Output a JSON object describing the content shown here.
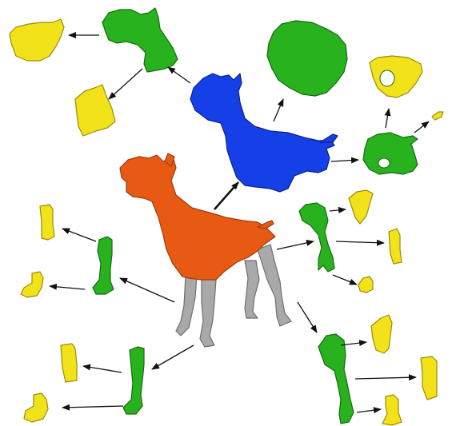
{
  "figure": {
    "colors": {
      "root": "#e85a14",
      "root_edge": "#9a3a0c",
      "rest": "#a9a9a9",
      "rest_edge": "#6e6e6e",
      "level1": "#1540e8",
      "level1_edge": "#0a208a",
      "level2": "#28b21e",
      "level2_edge": "#146a10",
      "leaf": "#f2e21a",
      "leaf_edge": "#9a8c08",
      "arrow": "#111111"
    },
    "parts": [
      {
        "id": "whole-dog",
        "level": "root"
      },
      {
        "id": "torso-blue",
        "level": "level1"
      },
      {
        "id": "head-green",
        "level": "level2"
      },
      {
        "id": "snout-yellow",
        "level": "leaf"
      },
      {
        "id": "neck-yellow",
        "level": "leaf"
      },
      {
        "id": "chest-green",
        "level": "level2"
      },
      {
        "id": "hip-green",
        "level": "level2"
      },
      {
        "id": "hip-ring-yellow",
        "level": "leaf"
      },
      {
        "id": "tail-yellow",
        "level": "leaf"
      },
      {
        "id": "front-left-leg-green",
        "level": "level2"
      },
      {
        "id": "front-left-upper-yellow",
        "level": "leaf"
      },
      {
        "id": "front-left-paw-yellow",
        "level": "leaf"
      },
      {
        "id": "front-right-leg-green",
        "level": "level2"
      },
      {
        "id": "front-right-upper-yellow",
        "level": "leaf"
      },
      {
        "id": "front-right-paw-yellow",
        "level": "leaf"
      },
      {
        "id": "rear-right-leg-green",
        "level": "level2"
      },
      {
        "id": "rear-right-thigh-yellow",
        "level": "leaf"
      },
      {
        "id": "rear-right-shin-yellow",
        "level": "leaf"
      },
      {
        "id": "rear-right-paw-yellow",
        "level": "leaf"
      },
      {
        "id": "rear-left-leg-green",
        "level": "level2"
      },
      {
        "id": "rear-left-thigh-yellow",
        "level": "leaf"
      },
      {
        "id": "rear-left-shin-yellow",
        "level": "leaf"
      },
      {
        "id": "rear-left-paw-yellow",
        "level": "leaf"
      }
    ]
  }
}
